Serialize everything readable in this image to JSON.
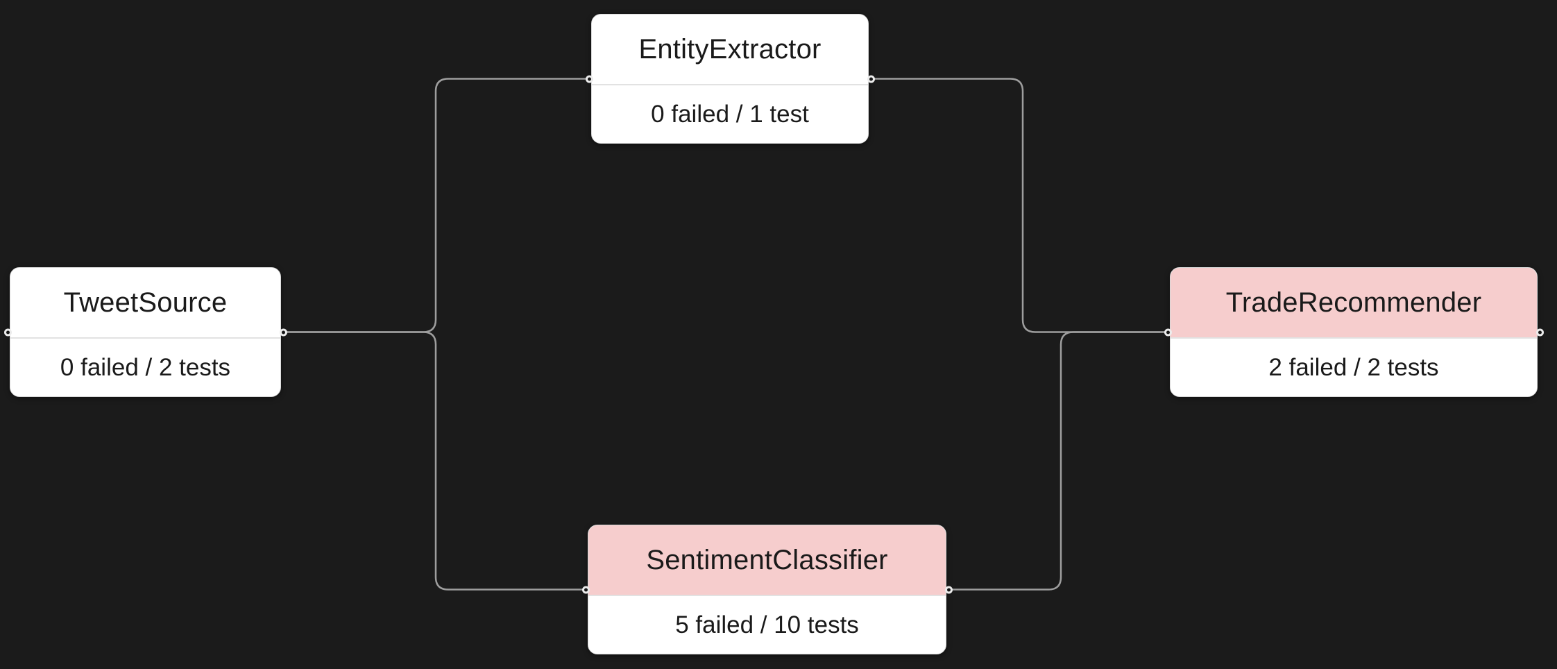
{
  "canvas": {
    "background": "#1b1b1b"
  },
  "colors": {
    "edge_color": "#9e9e9e",
    "node_fail_header": "#f6cdcd",
    "node_pass_header": "#ffffff",
    "node_bg": "#ffffff"
  },
  "nodes": [
    {
      "id": "TweetSource",
      "label": "TweetSource",
      "stats": "0 failed / 2 tests",
      "status": "pass"
    },
    {
      "id": "EntityExtractor",
      "label": "EntityExtractor",
      "stats": "0 failed / 1 test",
      "status": "pass"
    },
    {
      "id": "SentimentClassifier",
      "label": "SentimentClassifier",
      "stats": "5 failed / 10 tests",
      "status": "fail"
    },
    {
      "id": "TradeRecommender",
      "label": "TradeRecommender",
      "stats": "2 failed / 2 tests",
      "status": "fail"
    }
  ],
  "edges": [
    {
      "from": "TweetSource",
      "to": "EntityExtractor"
    },
    {
      "from": "TweetSource",
      "to": "SentimentClassifier"
    },
    {
      "from": "EntityExtractor",
      "to": "TradeRecommender"
    },
    {
      "from": "SentimentClassifier",
      "to": "TradeRecommender"
    }
  ]
}
